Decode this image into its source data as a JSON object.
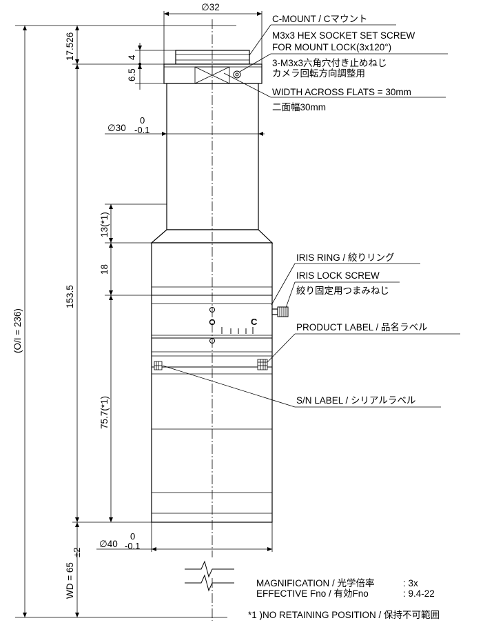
{
  "dims": {
    "top_diameter": "∅32",
    "top_offset": "17.526",
    "dim_4": "4",
    "dim_6_5": "6.5",
    "body_diameter": "∅30",
    "body_tol_upper": "0",
    "body_tol_lower": "-0.1",
    "dim_13": "13(*1)",
    "dim_18": "18",
    "dim_153_5": "153.5",
    "dim_75_7": "75.7(*1)",
    "total_length": "(O/I = 236)",
    "working_distance": "WD = 65",
    "wd_tol": "±2",
    "front_diameter": "∅40",
    "front_tol_upper": "0",
    "front_tol_lower": "-0.1"
  },
  "callouts": {
    "c_mount": "C-MOUNT / Cマウント",
    "set_screw_1": "M3x3 HEX SOCKET SET SCREW",
    "set_screw_2": "FOR MOUNT LOCK(3x120°)",
    "set_screw_jp_1": "3-M3x3六角穴付き止めねじ",
    "set_screw_jp_2": "カメラ回転方向調整用",
    "width_flats": "WIDTH ACROSS FLATS = 30mm",
    "width_flats_jp": "二面幅30mm",
    "iris_ring": "IRIS RING / 絞りリング",
    "iris_lock": "IRIS LOCK SCREW",
    "iris_lock_jp": "絞り固定用つまみねじ",
    "product_label": "PRODUCT LABEL / 品名ラベル",
    "sn_label": "S/N LABEL / シリアルラベル",
    "iris_mark": "C"
  },
  "specs": {
    "magnification_label": "MAGNIFICATION / 光学倍率",
    "magnification_value": ":  3x",
    "fno_label": "EFFECTIVE Fno / 有効Fno",
    "fno_value": ":  9.4-22"
  },
  "footnote": "*1 )NO RETAINING POSITION / 保持不可範囲"
}
